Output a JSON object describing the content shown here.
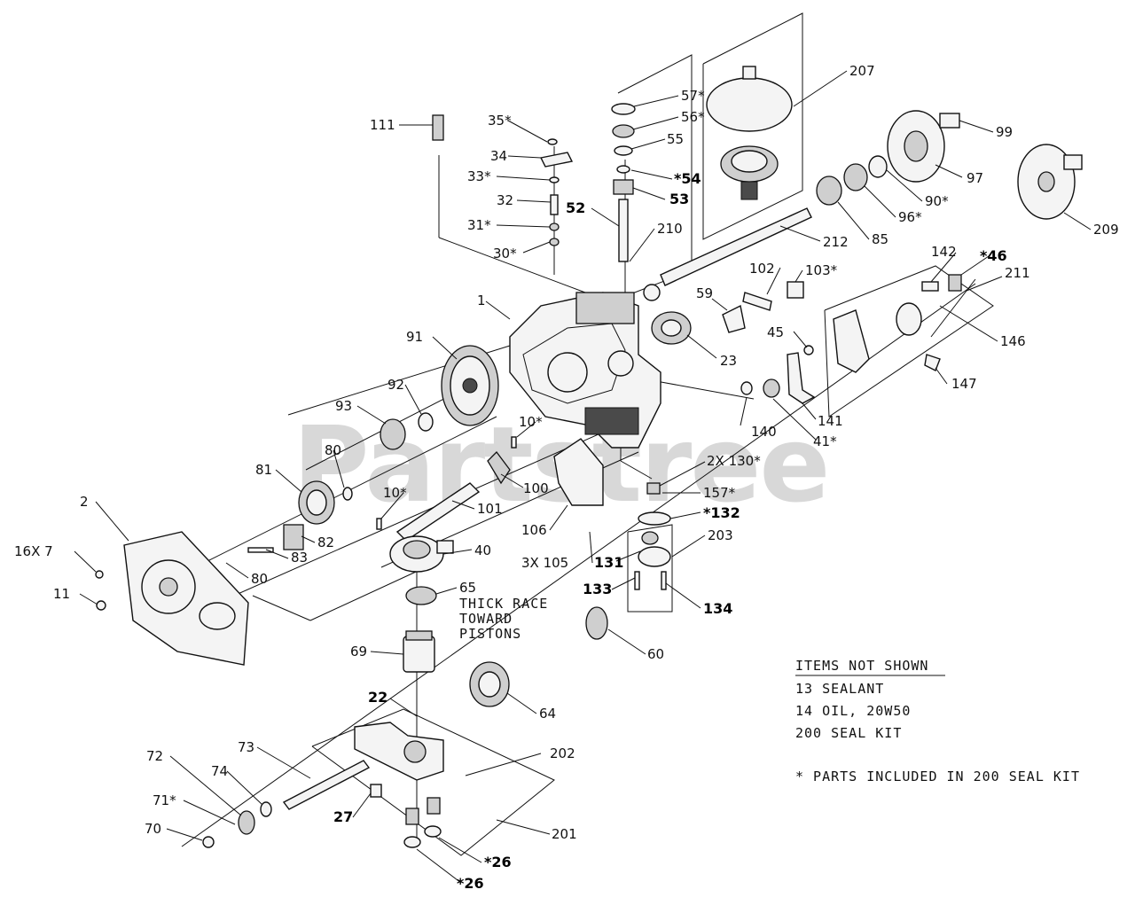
{
  "watermark": "Partstree",
  "labels": {
    "l111": "111",
    "l35": "35*",
    "l34": "34",
    "l33": "33*",
    "l32": "32",
    "l31": "31*",
    "l30": "30*",
    "l57": "57*",
    "l56": "56*",
    "l55": "55",
    "l54": "*54",
    "l53": "53",
    "l52": "52",
    "l210": "210",
    "l207": "207",
    "l99": "99",
    "l97": "97",
    "l90": "90*",
    "l96": "96*",
    "l85": "85",
    "l212": "212",
    "l209": "209",
    "l142": "142",
    "l46": "*46",
    "l211": "211",
    "l102": "102",
    "l103": "103*",
    "l59": "59",
    "l146": "146",
    "l45": "45",
    "l23": "23",
    "l147": "147",
    "l141": "141",
    "l140": "140",
    "l41": "41*",
    "l1": "1",
    "l91": "91",
    "l92": "92",
    "l93": "93",
    "l10a": "10*",
    "l80a": "80",
    "l81": "81",
    "l100": "100",
    "l130": "2X 130*",
    "l157": "157*",
    "l106": "106",
    "l101": "101",
    "l10b": "10*",
    "l2": "2",
    "l16": "16X 7",
    "l11": "11",
    "l82": "82",
    "l83": "83",
    "l80b": "80",
    "l40": "40",
    "l105": "3X 105",
    "l131": "131",
    "l132": "*132",
    "l203": "203",
    "l133": "133",
    "l134": "134",
    "l65": "65",
    "l69": "69",
    "l60": "60",
    "l22": "22",
    "l64": "64",
    "l73": "73",
    "l72": "72",
    "l74": "74",
    "l71": "71*",
    "l70": "70",
    "l27": "27",
    "l202": "202",
    "l201": "201",
    "l26a": "*26",
    "l26b": "*26"
  },
  "thick_race_note": [
    "THICK RACE",
    "TOWARD",
    "PISTONS"
  ],
  "items_not_shown": {
    "title": "ITEMS NOT SHOWN",
    "items": [
      "13 SEALANT",
      "14 OIL, 20W50",
      "200 SEAL KIT"
    ]
  },
  "footnote": "* PARTS INCLUDED IN 200 SEAL KIT"
}
